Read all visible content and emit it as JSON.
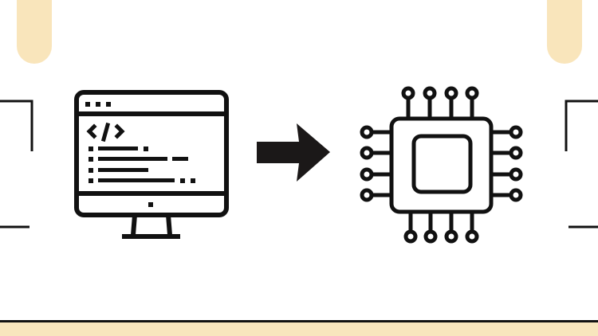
{
  "diagram": {
    "description": "Source code on a computer monitor being transformed into a microchip (compilation to hardware)",
    "nodes": [
      {
        "id": "source",
        "icon": "monitor-code-icon",
        "label": "Source code on monitor",
        "code_symbol": "</>"
      },
      {
        "id": "target",
        "icon": "cpu-chip-icon",
        "label": "Processor / microchip"
      }
    ],
    "edges": [
      {
        "from": "source",
        "to": "target",
        "icon": "arrow-right-icon"
      }
    ]
  },
  "colors": {
    "stroke": "#111111",
    "accent_cream": "#f9e5bb",
    "background": "#ffffff"
  }
}
